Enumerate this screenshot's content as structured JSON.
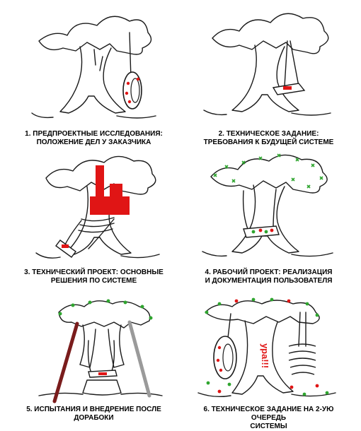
{
  "panels": [
    {
      "caption_line1": "1. ПРЕДПРОЕКТНЫЕ ИССЛЕДОВАНИЯ:",
      "caption_line2": "ПОЛОЖЕНИЕ ДЕЛ  У ЗАКАЗЧИКА"
    },
    {
      "caption_line1": "2. ТЕХНИЧЕСКОЕ ЗАДАНИЕ:",
      "caption_line2": "ТРЕБОВАНИЯ К БУДУЩЕЙ СИСТЕМЕ"
    },
    {
      "caption_line1": "3. ТЕХНИЧЕСКИЙ ПРОЕКТ: ОСНОВНЫЕ",
      "caption_line2": "РЕШЕНИЯ ПО СИСТЕМЕ"
    },
    {
      "caption_line1": "4. РАБОЧИЙ ПРОЕКТ: РЕАЛИЗАЦИЯ",
      "caption_line2": "И ДОКУМЕНТАЦИЯ ПОЛЬЗОВАТЕЛЯ"
    },
    {
      "caption_line1": "5. ИСПЫТАНИЯ И ВНЕДРЕНИЕ ПОСЛЕ",
      "caption_line2": "ДОРАБОКИ"
    },
    {
      "caption_line1": "6. ТЕХНИЧЕСКОЕ ЗАДАНИЕ НА 2-УЮ ОЧЕРЕДЬ",
      "caption_line2": "СИСТЕМЫ"
    }
  ],
  "annotation": "ура!!!",
  "colors": {
    "line": "#1a1a1a",
    "red": "#e01515",
    "green": "#2fa52f",
    "dark_red_rope": "#7a1c1c",
    "gray_rope": "#9a9a9a"
  }
}
